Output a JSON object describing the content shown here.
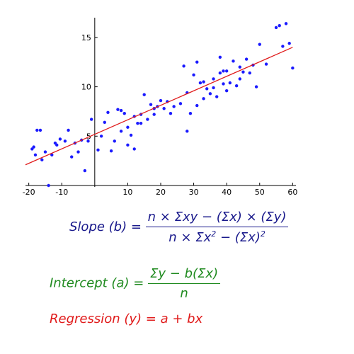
{
  "chart_data": {
    "type": "scatter",
    "xlim": [
      -21,
      61
    ],
    "ylim": [
      0,
      17
    ],
    "x_ticks": [
      -20,
      -10,
      10,
      20,
      30,
      40,
      50,
      60
    ],
    "y_ticks": [
      5,
      10,
      15
    ],
    "x_tick_labels": [
      "-20",
      "-10",
      "10",
      "20",
      "30",
      "40",
      "50",
      "60"
    ],
    "y_tick_labels": [
      "5",
      "10",
      "15"
    ],
    "grid": false,
    "point_color": "#1a1aff",
    "line_color": "#e01b1b",
    "series": [
      {
        "points": [
          [
            -19,
            3.7
          ],
          [
            -18.5,
            3.9
          ],
          [
            -18,
            3.1
          ],
          [
            -17.5,
            5.6
          ],
          [
            -16.5,
            5.6
          ],
          [
            -16,
            2.6
          ],
          [
            -15,
            3.4
          ],
          [
            -14,
            0
          ],
          [
            -13,
            3.1
          ],
          [
            -12,
            4.3
          ],
          [
            -11.5,
            4.1
          ],
          [
            -10.5,
            4.7
          ],
          [
            -9,
            4.5
          ],
          [
            -8,
            5.6
          ],
          [
            -7,
            2.9
          ],
          [
            -6,
            4.3
          ],
          [
            -5,
            3.4
          ],
          [
            -4,
            4.6
          ],
          [
            -3,
            1.5
          ],
          [
            -2,
            4.5
          ],
          [
            -1,
            6.7
          ],
          [
            1,
            3.6
          ],
          [
            2,
            5.0
          ],
          [
            3,
            6.4
          ],
          [
            4,
            7.4
          ],
          [
            5,
            3.5
          ],
          [
            6,
            4.5
          ],
          [
            7,
            7.7
          ],
          [
            8,
            5.5
          ],
          [
            9,
            7.3
          ],
          [
            10,
            4.1
          ],
          [
            11,
            5.1
          ],
          [
            12,
            7.0
          ],
          [
            13,
            6.3
          ],
          [
            14,
            7.2
          ],
          [
            15,
            9.2
          ],
          [
            16,
            6.7
          ],
          [
            17,
            8.2
          ],
          [
            18,
            7.8
          ],
          [
            19,
            8.0
          ],
          [
            20,
            8.6
          ],
          [
            21,
            7.8
          ],
          [
            22,
            8.5
          ],
          [
            23,
            7.3
          ],
          [
            24,
            8.0
          ],
          [
            26,
            8.3
          ],
          [
            27,
            12.1
          ],
          [
            28,
            9.4
          ],
          [
            28,
            5.5
          ],
          [
            29,
            7.3
          ],
          [
            30,
            11.2
          ],
          [
            31,
            8.1
          ],
          [
            32,
            10.4
          ],
          [
            33,
            8.8
          ],
          [
            34,
            9.8
          ],
          [
            35,
            9.3
          ],
          [
            36,
            10.8
          ],
          [
            37,
            9.0
          ],
          [
            38,
            11.4
          ],
          [
            39,
            10.3
          ],
          [
            40,
            11.6
          ],
          [
            41,
            10.4
          ],
          [
            42,
            12.6
          ],
          [
            43,
            10.1
          ],
          [
            44,
            10.8
          ],
          [
            45,
            11.5
          ],
          [
            46,
            12.8
          ],
          [
            48,
            12.2
          ],
          [
            49,
            10.0
          ],
          [
            50,
            14.3
          ],
          [
            55,
            16.0
          ],
          [
            56,
            16.2
          ],
          [
            57,
            14.1
          ],
          [
            58,
            16.4
          ],
          [
            59,
            14.4
          ],
          [
            60,
            11.9
          ],
          [
            38,
            13.0
          ],
          [
            39,
            11.6
          ],
          [
            33,
            10.5
          ],
          [
            31,
            12.5
          ],
          [
            36,
            9.9
          ],
          [
            40,
            9.6
          ],
          [
            14,
            6.3
          ],
          [
            18,
            7.2
          ],
          [
            8,
            7.6
          ],
          [
            10,
            5.9
          ],
          [
            44,
            12.0
          ],
          [
            47,
            11.4
          ],
          [
            52,
            12.3
          ],
          [
            12,
            3.7
          ]
        ]
      }
    ],
    "regression_line": {
      "x": [
        -21,
        60
      ],
      "y": [
        2.1,
        14.0
      ]
    }
  },
  "slope": {
    "label": "Slope (b) =",
    "numerator": "n × Σxy − (Σx) × (Σy)",
    "denominator_base": "n × Σx",
    "denominator_exp": "2",
    "denominator_mid": " − (Σx)",
    "denominator_exp2": "2"
  },
  "intercept": {
    "label": "Intercept (a) =",
    "numerator": "Σy − b(Σx)",
    "denominator": "n"
  },
  "regression": {
    "label": "Regression (y) = a + bx"
  }
}
